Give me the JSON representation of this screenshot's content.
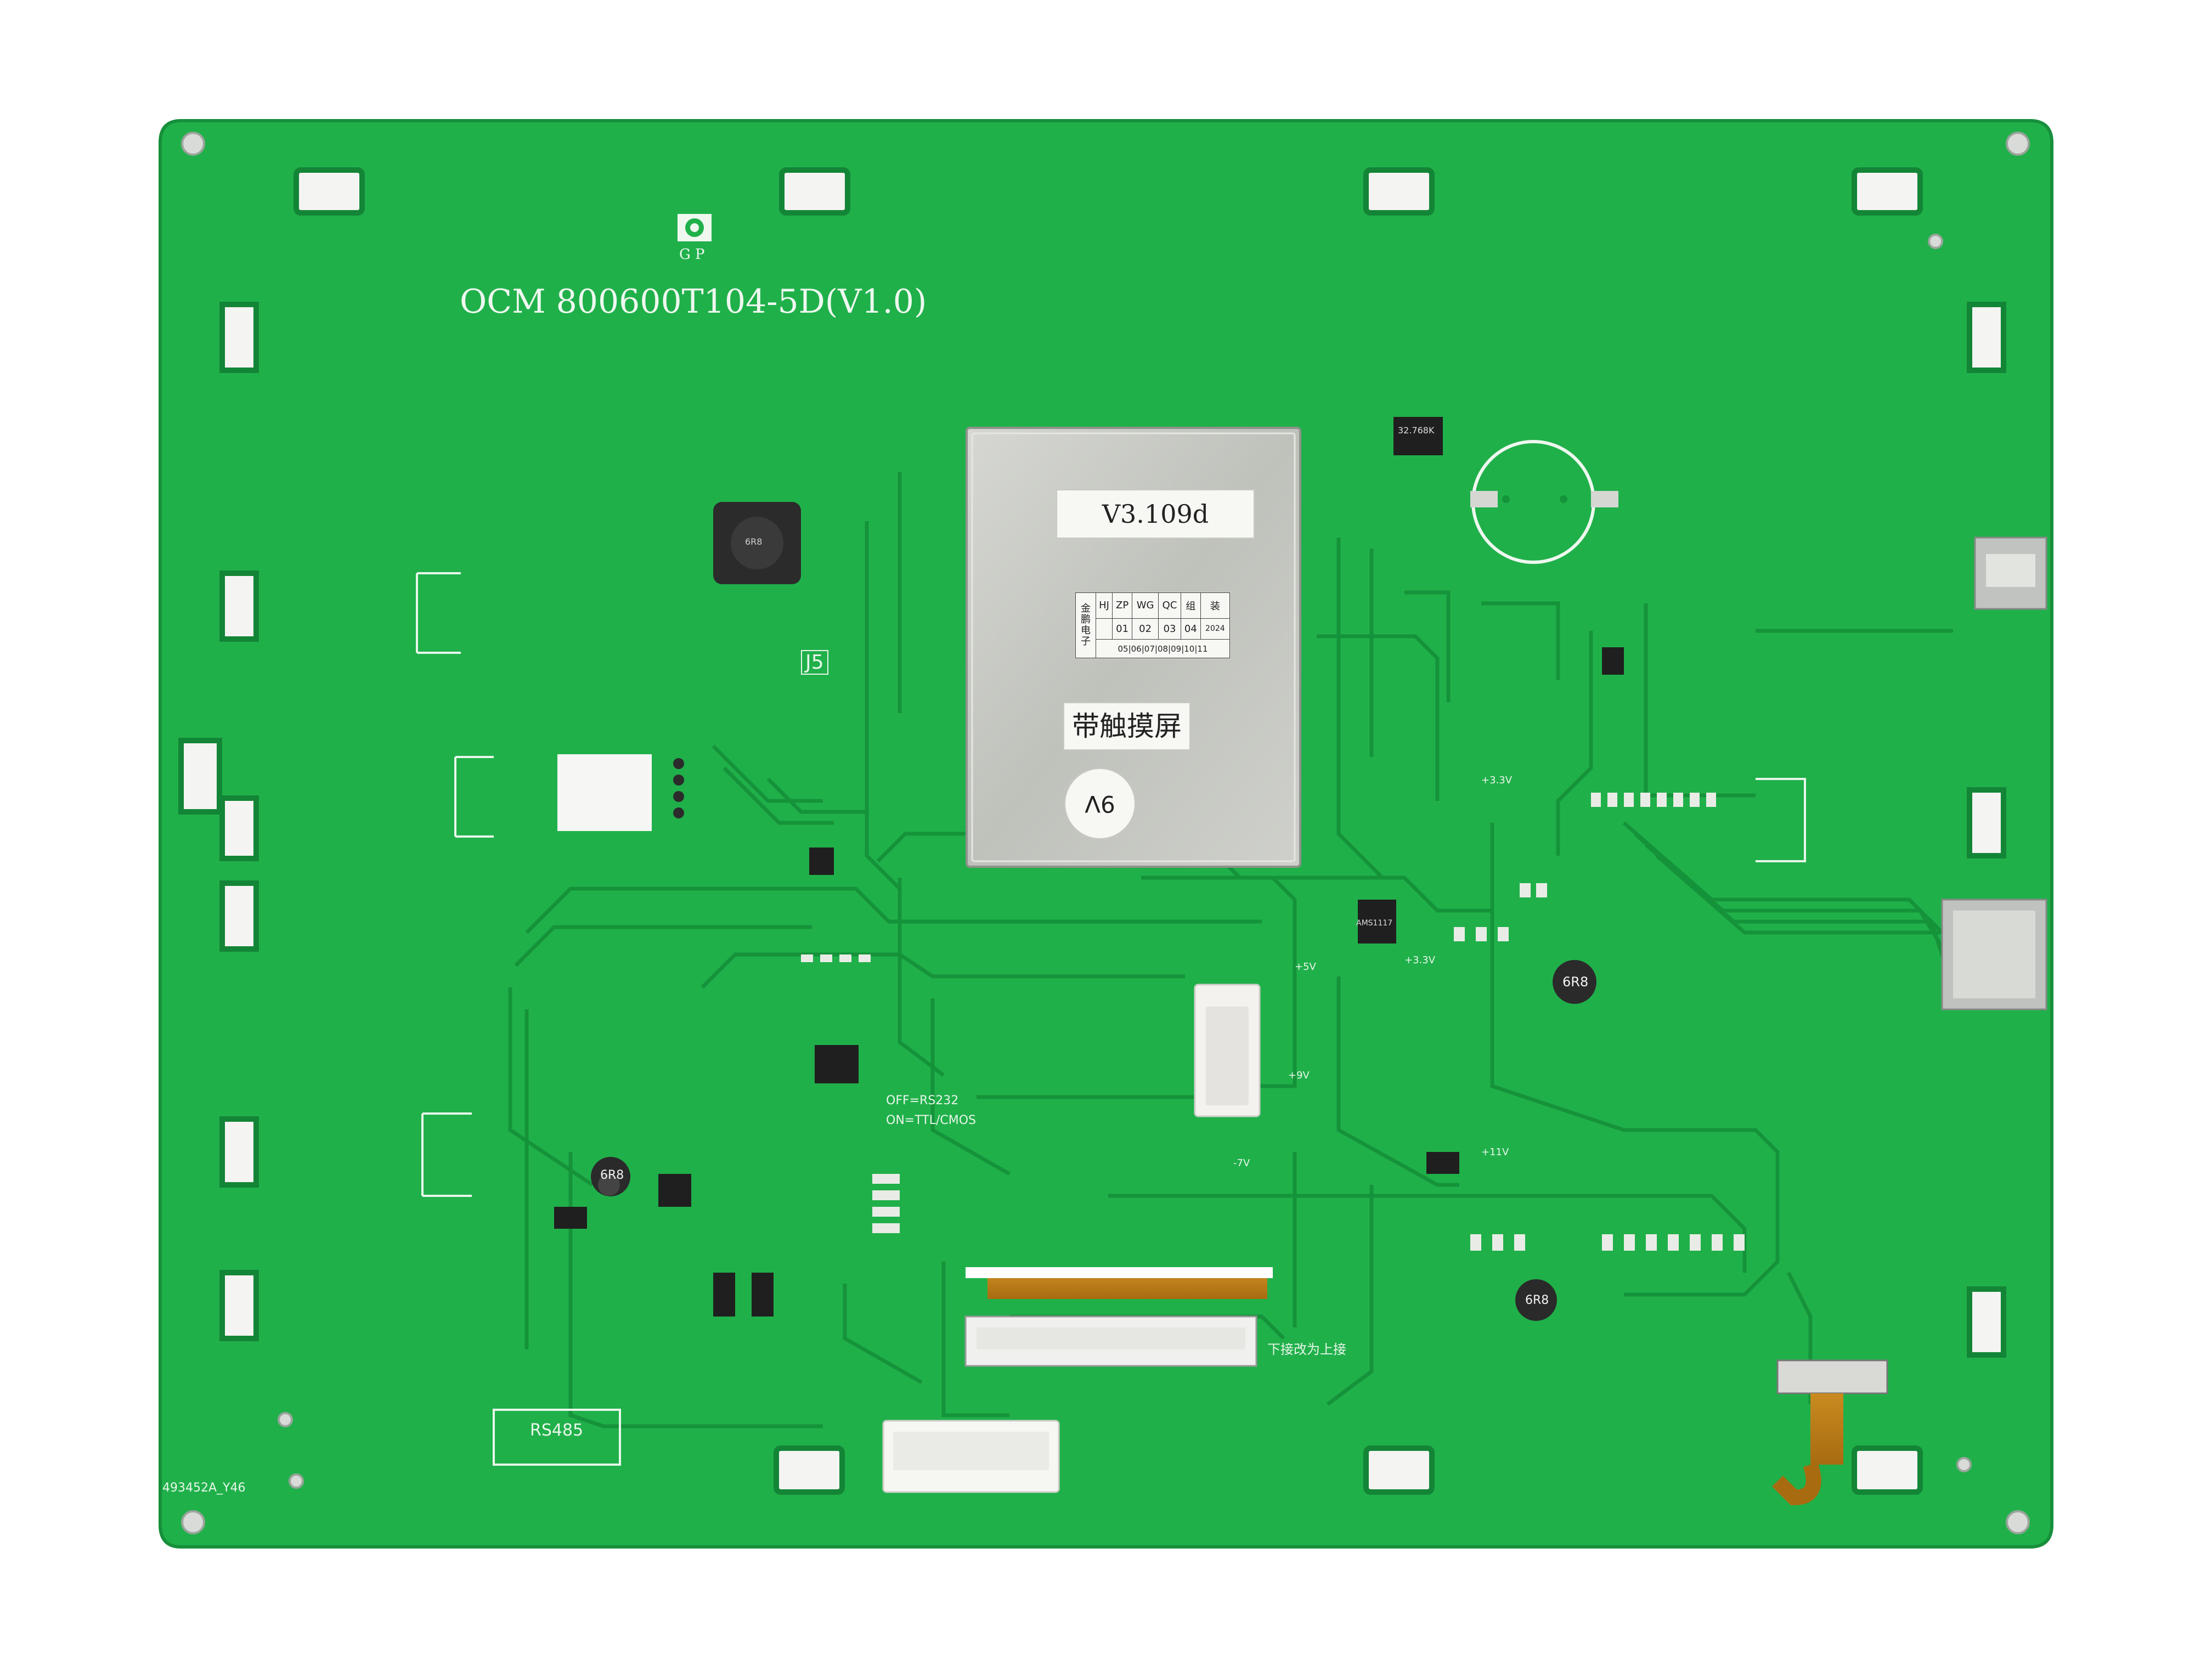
{
  "board": {
    "model_text": "OCM 800600T104-5D(V1.0)",
    "logo_text": "G P",
    "bottom_code": "493452A_Y46",
    "rs485_label": "RS485",
    "connector_j5": "J5",
    "note_bottom": "下接改为上接",
    "mode_switch_off": "OFF=RS232",
    "mode_switch_on": "ON=TTL/CMOS",
    "voltage_labels": [
      "+3.3V",
      "+5V",
      "+9V",
      "-7V",
      "+11V",
      "+3.3V"
    ],
    "inductor_labels": [
      "6R8",
      "6R8",
      "6R8",
      "6R8"
    ],
    "crystal_label": "32.768K",
    "ic_label": "AMS1117"
  },
  "shield": {
    "version_sticker": "V3.109d",
    "qc_table": {
      "company": [
        "金",
        "鹏",
        "电",
        "子"
      ],
      "headers": [
        "HJ",
        "ZP",
        "WG",
        "QC",
        "组",
        "装"
      ],
      "row_mid": [
        "01",
        "02",
        "03",
        "04",
        "2024"
      ],
      "row_bottom": [
        "05",
        "06",
        "07",
        "08",
        "09",
        "10",
        "11"
      ]
    },
    "touch_sticker": "带触摸屏",
    "voltage_sticker": "9V"
  },
  "colors": {
    "pcb_green": "#20b04a",
    "pcb_edge": "#1a9a3f",
    "trace": "#15933a",
    "silkscreen": "#eef8ef",
    "shield_metal": "#c8c9c4"
  }
}
